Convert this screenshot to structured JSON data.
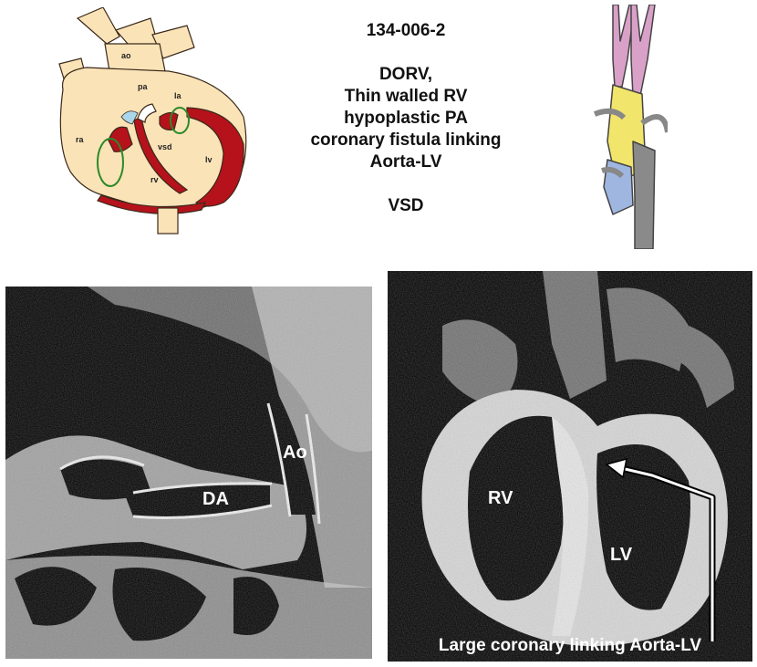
{
  "heading": {
    "specimen_id": "134-006-2",
    "diagnosis_lines": [
      "DORV,",
      "Thin walled RV",
      "hypoplastic PA",
      "coronary fistula linking",
      "Aorta-LV"
    ],
    "defect": "VSD"
  },
  "heart_diagram": {
    "labels": {
      "ao": "ao",
      "pa": "pa",
      "la": "la",
      "ra": "ra",
      "vsd": "vsd",
      "rv": "rv",
      "lv": "lv"
    },
    "colors": {
      "tissue": "#fbe3b8",
      "muscle": "#b5121b",
      "outline": "#3a2a1a",
      "valve": "#2a8a2a",
      "leaflet": "#a9d6ea"
    }
  },
  "vessel_diagram": {
    "colors": {
      "pink": "#d9a0c8",
      "yellow": "#f2e56b",
      "blue": "#9fb6e0",
      "gray": "#8a8a8a"
    }
  },
  "left_image": {
    "labels": {
      "da": "DA",
      "ao": "Ao"
    }
  },
  "right_image": {
    "labels": {
      "rv": "RV",
      "lv": "LV"
    },
    "caption": "Large coronary linking Aorta-LV"
  }
}
